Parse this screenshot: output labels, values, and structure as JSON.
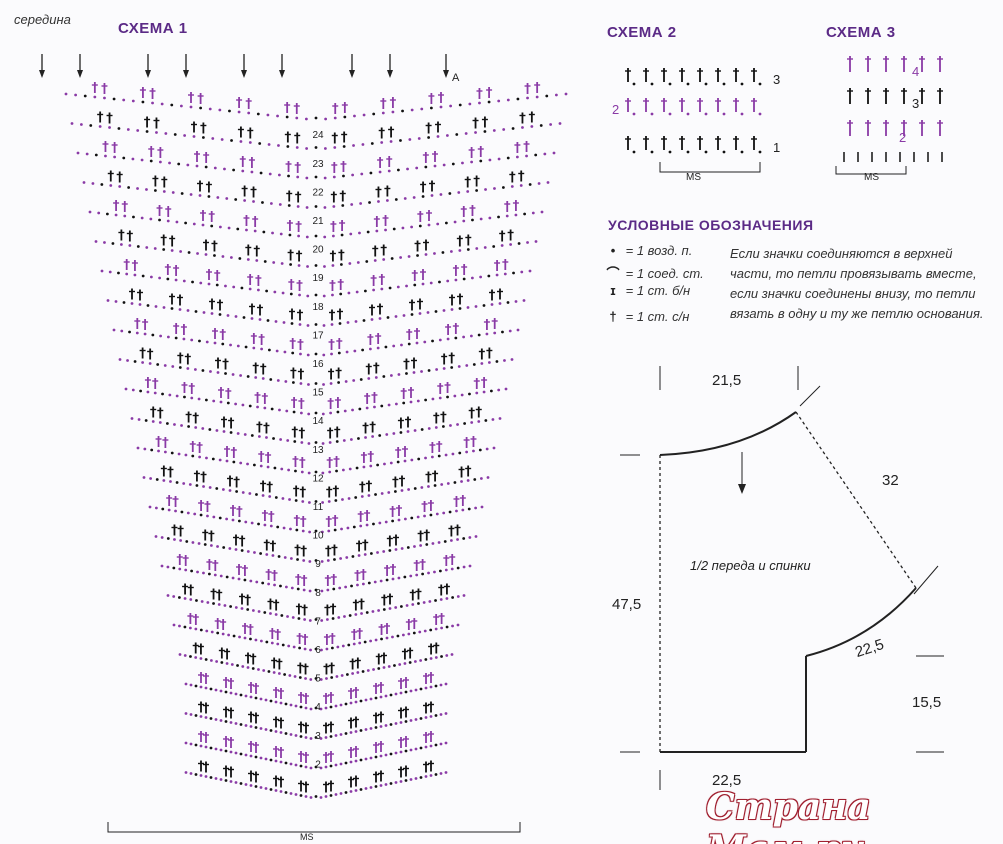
{
  "schemes": {
    "scheme1_title": "СХЕМА 1",
    "scheme2_title": "СХЕМА 2",
    "scheme3_title": "СХЕМА 3",
    "center_label": "середина",
    "marker_a": "А",
    "repeat_label": "MS",
    "row_numbers": [
      "2",
      "3",
      "4",
      "5",
      "6",
      "7",
      "8",
      "9",
      "10",
      "11",
      "12",
      "13",
      "14",
      "15",
      "16",
      "17",
      "18",
      "19",
      "20",
      "21",
      "22",
      "23",
      "24"
    ],
    "scheme2_rows": [
      "1",
      "2",
      "3"
    ],
    "scheme3_rows": [
      "2",
      "3",
      "4"
    ]
  },
  "legend": {
    "title": "УСЛОВНЫЕ ОБОЗНАЧЕНИЯ",
    "items": [
      {
        "symbol": "•",
        "text": "= 1 возд. п."
      },
      {
        "symbol": "⌒",
        "text": "= 1 соед. ст."
      },
      {
        "symbol": "ɪ",
        "text": "= 1 ст. б/н"
      },
      {
        "symbol": "†",
        "text": "= 1 ст. с/н"
      }
    ],
    "note": "Если значки соединяются в верхней части, то петли провязывать вместе, если значки соединены внизу, то петли вязать в одну и ту же петлю основания."
  },
  "pattern": {
    "label": "1/2 переда и спинки",
    "dims": {
      "top": "21,5",
      "shoulder": "32",
      "height": "47,5",
      "armhole": "22,5",
      "side": "15,5",
      "bottom": "22,5"
    }
  },
  "watermark": "Страна Мам.ру",
  "colors": {
    "purple": "#8a3aa6",
    "black": "#111111",
    "title": "#5b2a86",
    "line": "#222222"
  }
}
